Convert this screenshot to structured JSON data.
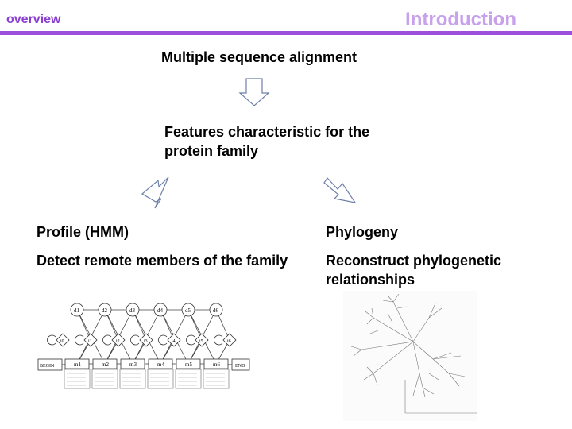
{
  "header": {
    "section": "overview",
    "title": "Introduction"
  },
  "flow": {
    "step1": "Multiple sequence alignment",
    "step2": "Features characteristic for the protein family"
  },
  "left_branch": {
    "title": "Profile (HMM)",
    "description": "Detect remote members of the family",
    "figure": {
      "delete_labels": [
        "d1",
        "d2",
        "d3",
        "d4",
        "d5",
        "d6"
      ],
      "insert_labels": [
        "i0",
        "i1",
        "i2",
        "i3",
        "i4",
        "i5",
        "i6"
      ],
      "match_labels": [
        "m1",
        "m2",
        "m3",
        "m4",
        "m5",
        "m6"
      ],
      "begin": "BEGIN",
      "end": "END"
    }
  },
  "right_branch": {
    "title": "Phylogeny",
    "description": "Reconstruct phylogenetic relationships"
  },
  "colors": {
    "accent": "#9b4fdc",
    "title": "#c7a1ec",
    "arrow_outline": "#6e7fa8"
  }
}
